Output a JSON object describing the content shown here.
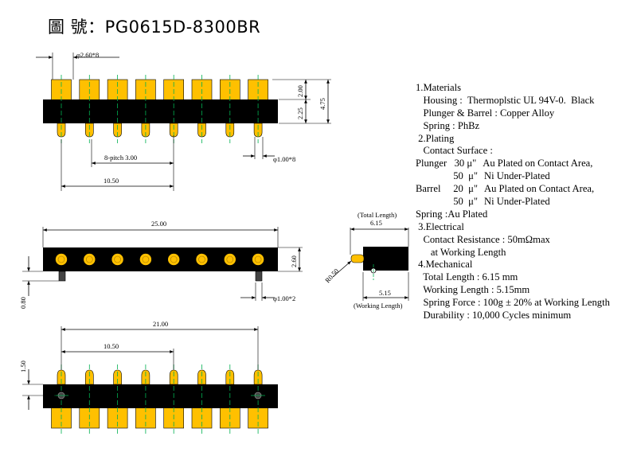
{
  "title": "圖 號：PG0615D-8300BR",
  "colors": {
    "pin": "#ffc000",
    "body": "#000000",
    "plunger": "#333333",
    "centerline": "#00b050",
    "dimension": "#000000"
  },
  "top_view": {
    "pin_count": 8,
    "dims": {
      "pin_dia": "φ2.60*8",
      "tail_h": "2.00",
      "body_h": "2.25",
      "total_h": "4.75",
      "pitch": "8-pitch 3.00",
      "span": "10.50",
      "tip_dia": "φ1.00*8"
    }
  },
  "front_view": {
    "dims": {
      "length": "25.00",
      "height": "2.60",
      "peg_offset": "0.80",
      "peg_dia": "φ1.00*2"
    }
  },
  "side_view": {
    "dims": {
      "total_length_label": "(Total Length)",
      "total_length": "6.15",
      "radius": "R0.50",
      "working_length": "5.15",
      "working_length_label": "(Working Length)"
    }
  },
  "bottom_view": {
    "dims": {
      "span_a": "21.00",
      "span_b": "10.50",
      "offset": "1.50"
    }
  },
  "spec": {
    "lines": [
      {
        "a": "1.Materials",
        "b": ""
      },
      {
        "a": "   Housing :  Thermoplstic UL 94V-0.  Black",
        "b": ""
      },
      {
        "a": "   Plunger & Barrel : Copper Alloy",
        "b": ""
      },
      {
        "a": "   Spring : PhBz",
        "b": ""
      },
      {
        "a": " 2.Plating",
        "b": ""
      },
      {
        "a": "   Contact Surface :",
        "b": ""
      },
      {
        "a": "Plunger   30 μ\"",
        "b": "Au Plated  on Contact Area,"
      },
      {
        "a": "               50  μ\"",
        "b": "Ni Under-Plated"
      },
      {
        "a": "Barrel     20  μ\"",
        "b": "Au Plated  on Contact Area,"
      },
      {
        "a": "               50  μ\"",
        "b": "Ni Under-Plated"
      },
      {
        "a": "Spring :Au Plated",
        "b": ""
      },
      {
        "a": " 3.Electrical",
        "b": ""
      },
      {
        "a": "   Contact Resistance : 50mΩmax",
        "b": ""
      },
      {
        "a": "      at Working Length",
        "b": ""
      },
      {
        "a": " 4.Mechanical",
        "b": ""
      },
      {
        "a": "   Total Length : 6.15 mm",
        "b": ""
      },
      {
        "a": "   Working Length : 5.15mm",
        "b": ""
      },
      {
        "a": "   Spring Force : 100g ± 20% at Working Length",
        "b": ""
      },
      {
        "a": "   Durability : 10,000 Cycles minimum",
        "b": ""
      }
    ]
  }
}
